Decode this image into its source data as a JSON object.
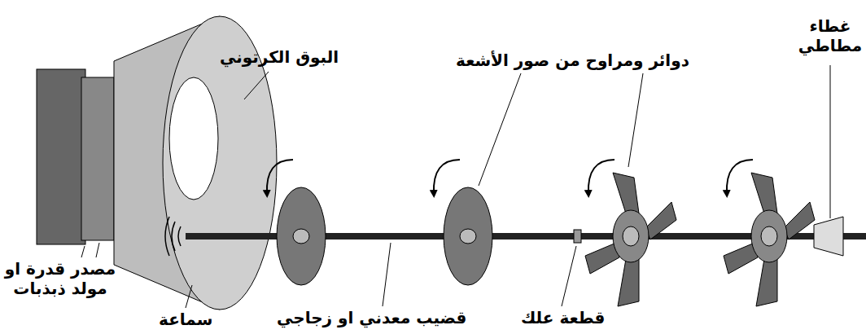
{
  "diagram": {
    "labels": [
      "البوق الكرتوني",
      "دوائر ومراوح من صور الأشعة",
      "غطاء مطاطي",
      "مصدر قدرة او مولد ذبذبات",
      "سماعة",
      "قضيب معدني او زجاجي",
      "قطعة علك"
    ]
  }
}
